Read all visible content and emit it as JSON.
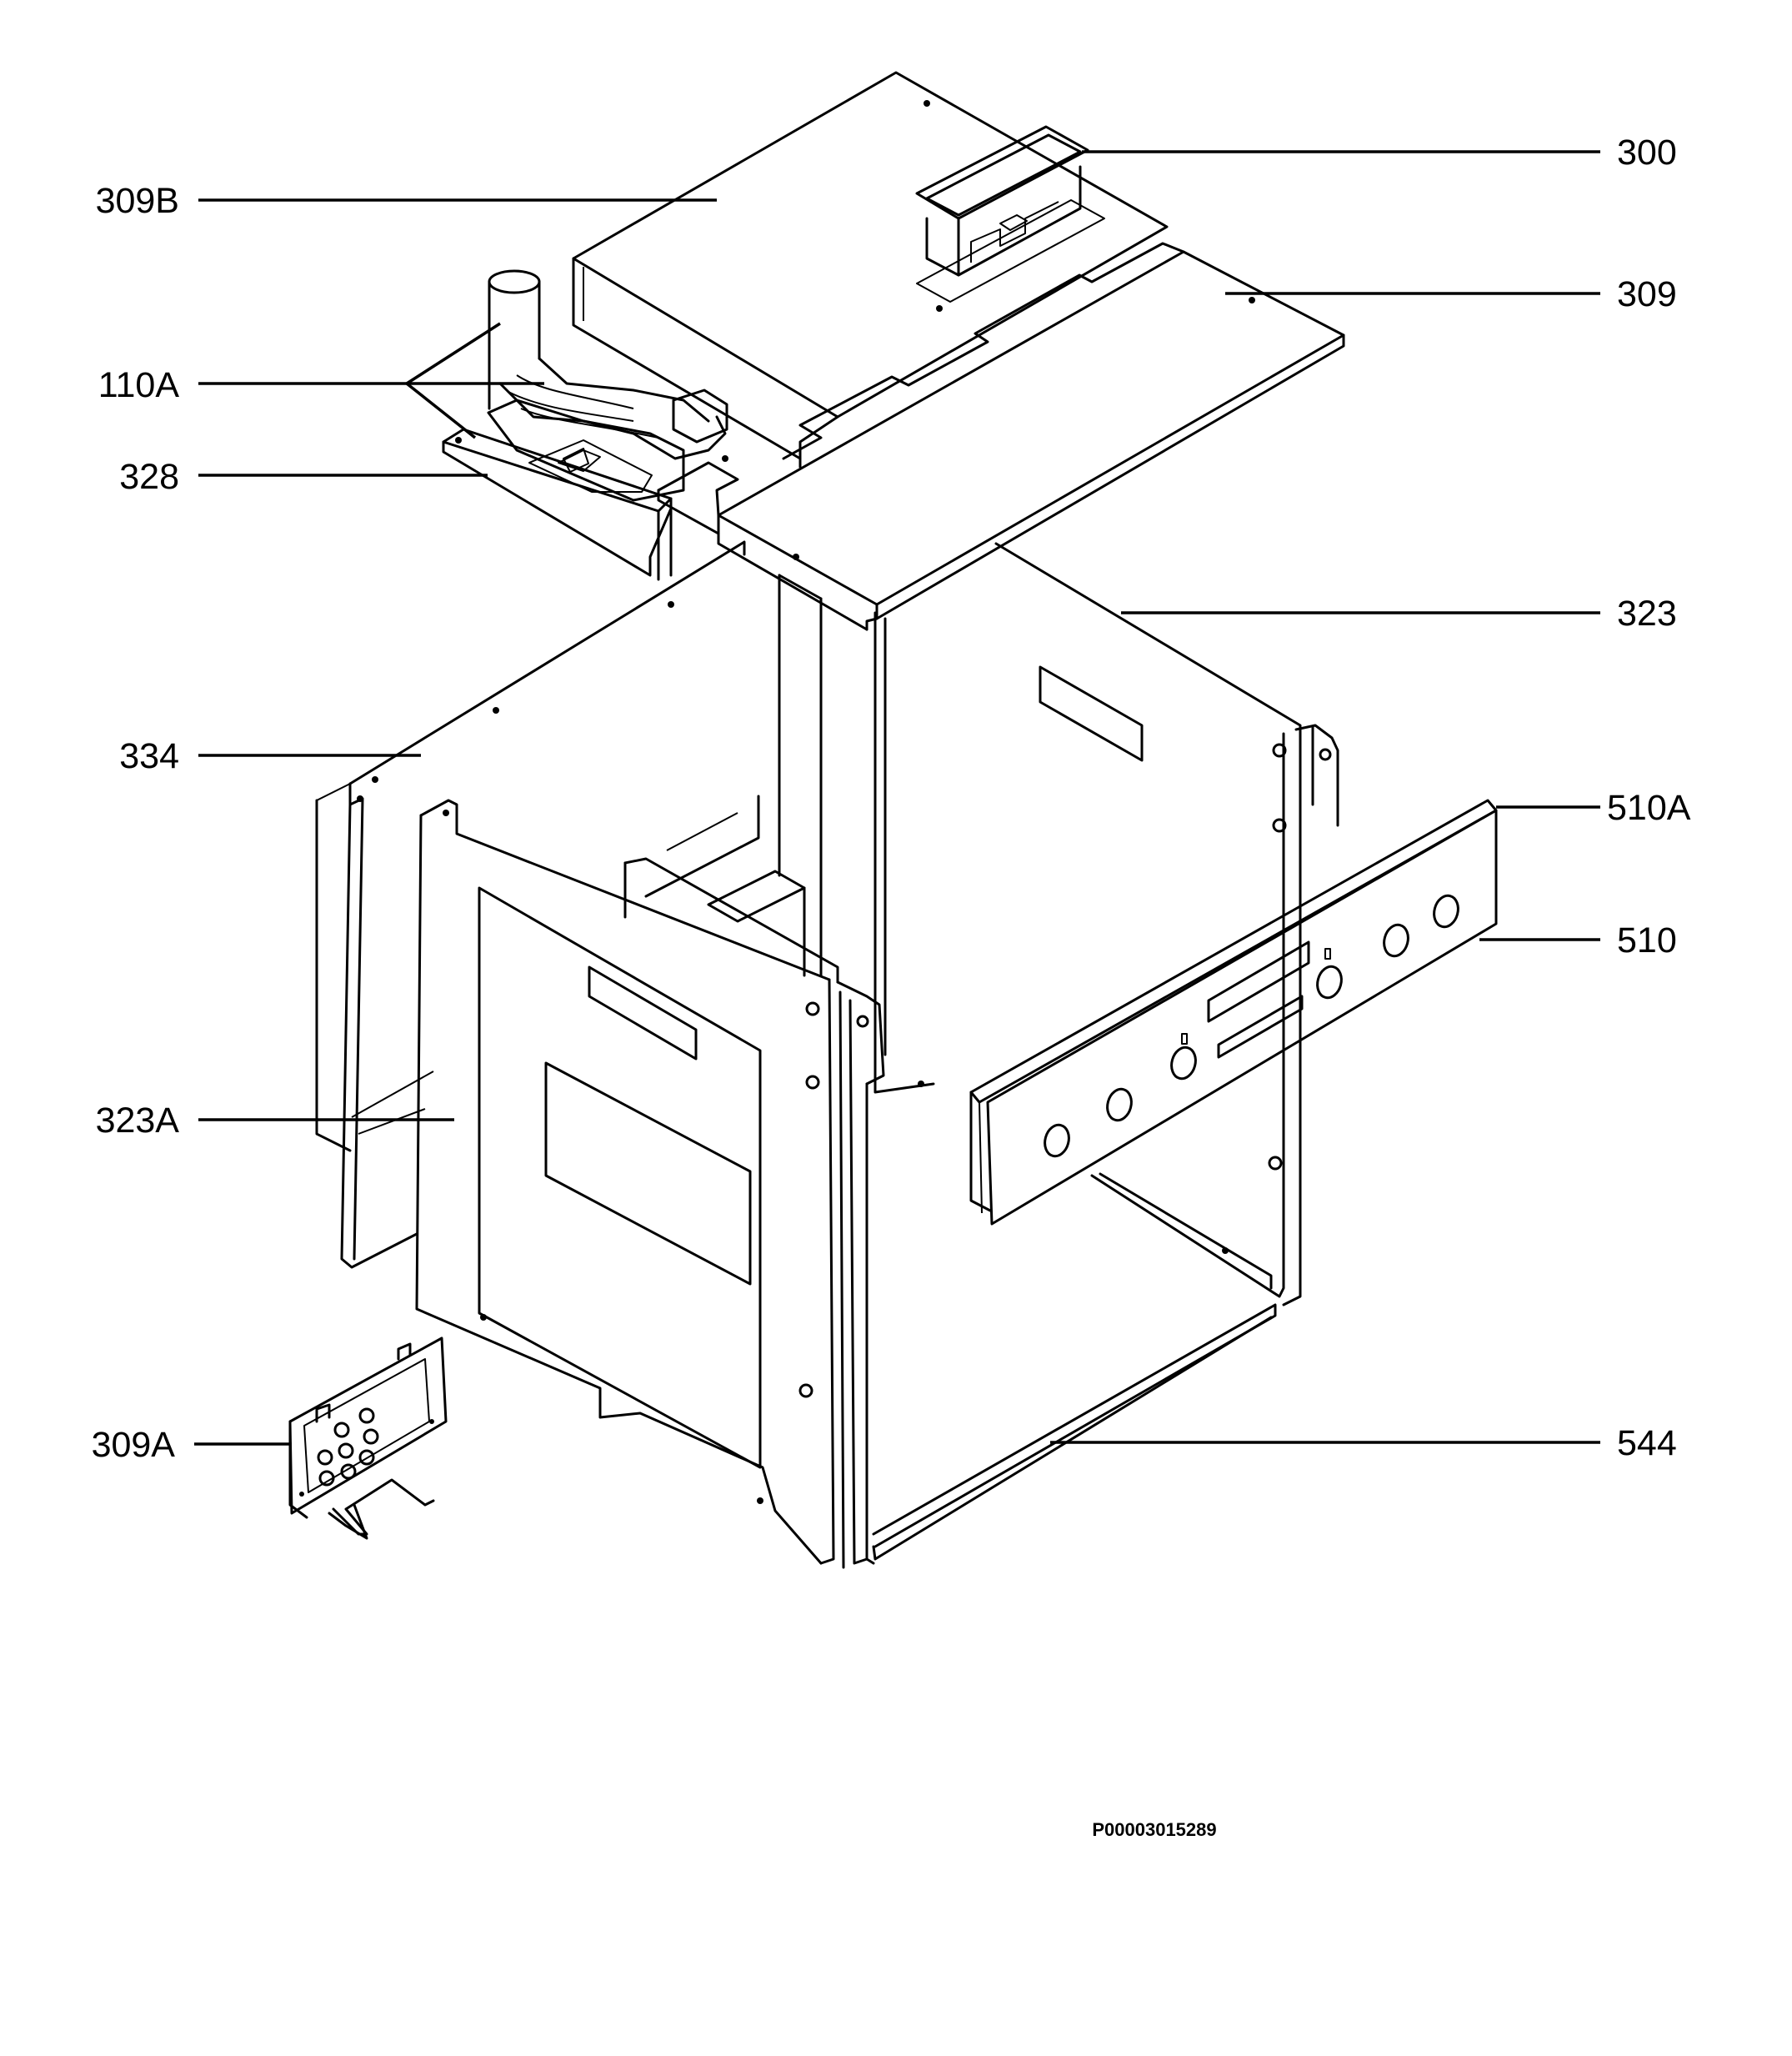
{
  "diagram": {
    "drawing_code": "P00003015289",
    "callouts": [
      {
        "id": "309B",
        "label": "309B"
      },
      {
        "id": "110A",
        "label": "110A"
      },
      {
        "id": "328",
        "label": "328"
      },
      {
        "id": "334",
        "label": "334"
      },
      {
        "id": "323A",
        "label": "323A"
      },
      {
        "id": "309A",
        "label": "309A"
      },
      {
        "id": "300",
        "label": "300"
      },
      {
        "id": "309",
        "label": "309"
      },
      {
        "id": "323",
        "label": "323"
      },
      {
        "id": "510A",
        "label": "510A"
      },
      {
        "id": "510",
        "label": "510"
      },
      {
        "id": "544",
        "label": "544"
      }
    ]
  }
}
